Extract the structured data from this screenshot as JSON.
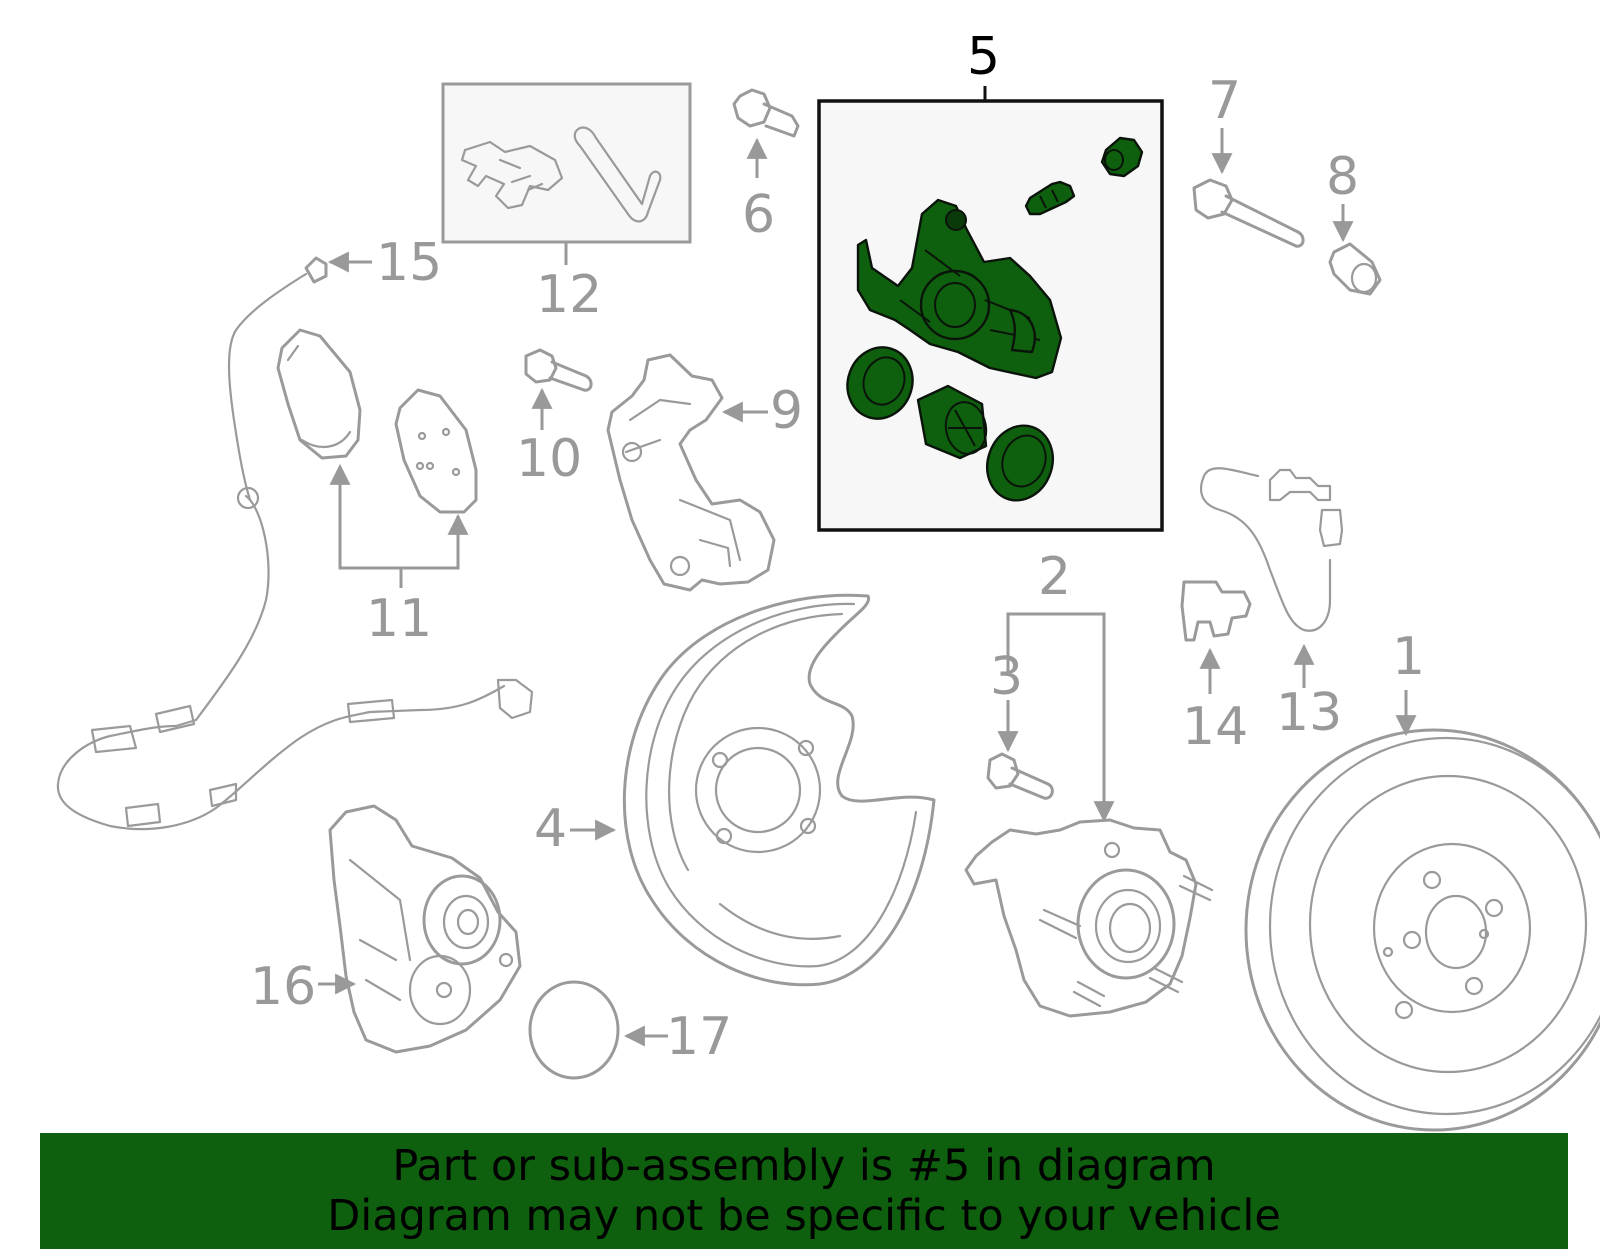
{
  "colors": {
    "highlight": "#0e5f0e",
    "banner": "#0e5f0e",
    "part_line": "#9a9a9a",
    "label_gray": "#999999",
    "label_highlight": "#000000"
  },
  "highlighted_part": "5",
  "callouts": {
    "c1": "1",
    "c2": "2",
    "c3": "3",
    "c4": "4",
    "c5": "5",
    "c6": "6",
    "c7": "7",
    "c8": "8",
    "c9": "9",
    "c10": "10",
    "c11": "11",
    "c12": "12",
    "c13": "13",
    "c14": "14",
    "c15": "15",
    "c16": "16",
    "c17": "17"
  },
  "banner": {
    "line1": "Part or sub-assembly is #5 in diagram",
    "line2": "Diagram may not be specific to your vehicle"
  }
}
